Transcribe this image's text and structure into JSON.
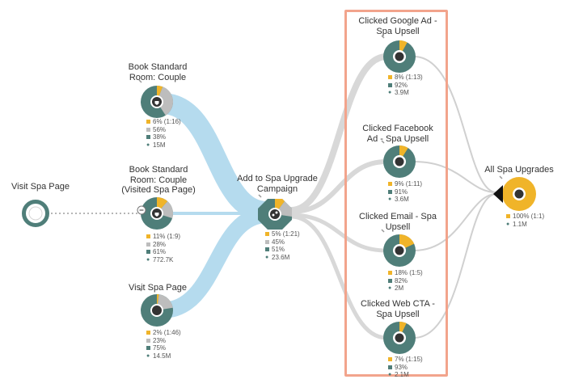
{
  "colors": {
    "accent_yellow": "#f0b429",
    "teal": "#4f7e79",
    "gray": "#bdbdbd",
    "flow_blue": "#b5dbee",
    "flow_gray": "#d8d8d8",
    "highlight_border": "#f2a48c"
  },
  "nodes": {
    "visit_spa_start": {
      "title": "Visit Spa Page"
    },
    "book_couple": {
      "title_line1": "Book Standard",
      "title_line2": "Room: Couple",
      "conversion": "6% (1:16)",
      "pct_gray": "56%",
      "pct_teal": "38%",
      "users": "15M",
      "icon": "tag-icon"
    },
    "book_couple_visited": {
      "title_line1": "Book Standard",
      "title_line2": "Room: Couple",
      "title_line3": "(Visited Spa Page)",
      "conversion": "11% (1:9)",
      "pct_gray": "28%",
      "pct_teal": "61%",
      "users": "772.7K",
      "icon": "tag-icon"
    },
    "visit_spa_mid": {
      "title": "Visit Spa Page",
      "conversion": "2% (1:46)",
      "pct_gray": "23%",
      "pct_teal": "75%",
      "users": "14.5M"
    },
    "add_to_campaign": {
      "title_line1": "Add to Spa Upgrade",
      "title_line2": "Campaign",
      "conversion": "5% (1:21)",
      "pct_gray": "45%",
      "pct_teal": "51%",
      "users": "23.6M",
      "icon": "campaign-icon"
    },
    "google_ad": {
      "title_line1": "Clicked Google Ad -",
      "title_line2": "Spa Upsell",
      "conversion": "8% (1:13)",
      "pct_teal": "92%",
      "users": "3.9M"
    },
    "facebook_ad": {
      "title_line1": "Clicked Facebook",
      "title_line2": "Ad - Spa Upsell",
      "conversion": "9% (1:11)",
      "pct_teal": "91%",
      "users": "3.6M"
    },
    "email": {
      "title_line1": "Clicked Email - Spa",
      "title_line2": "Upsell",
      "conversion": "18% (1:5)",
      "pct_teal": "82%",
      "users": "2M"
    },
    "web_cta": {
      "title_line1": "Clicked Web CTA -",
      "title_line2": "Spa Upsell",
      "conversion": "7% (1:15)",
      "pct_teal": "93%",
      "users": "2.1M"
    },
    "all_upgrades": {
      "title": "All Spa Upgrades",
      "conversion": "100% (1:1)",
      "users": "1.1M"
    }
  }
}
